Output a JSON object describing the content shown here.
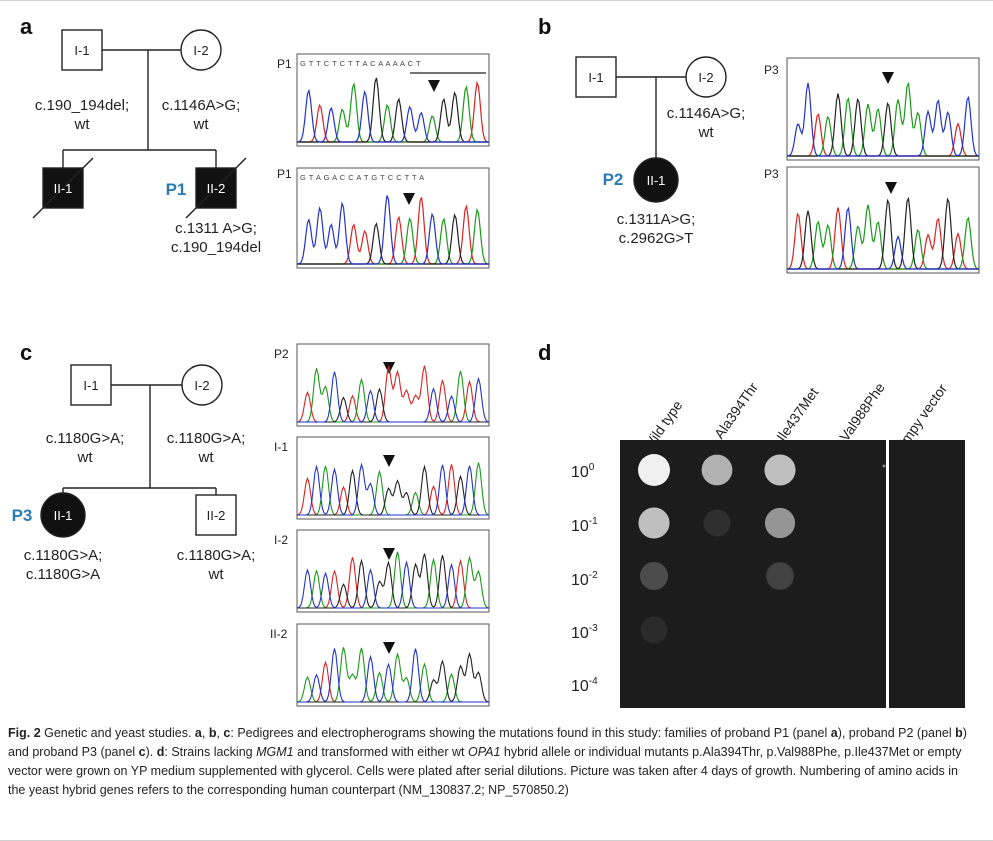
{
  "panels": {
    "a": {
      "letter": "a",
      "nodes": {
        "i1": "I-1",
        "i2": "I-2",
        "ii1": "II-1",
        "ii2": "II-2"
      },
      "i1_geno": [
        "c.190_194del;",
        "wt"
      ],
      "i2_geno": [
        "c.1146A>G;",
        "wt"
      ],
      "proband": "P1",
      "proband_geno": [
        "c.1311 A>G;",
        "c.190_194del"
      ],
      "trace_labels": [
        "P1",
        "P1"
      ],
      "seq1": "G T T C T C T T A C A A A A C T",
      "seq2": "G T A G A C C A T G T C C T T A"
    },
    "b": {
      "letter": "b",
      "nodes": {
        "i1": "I-1",
        "i2": "I-2",
        "ii1": "II-1"
      },
      "i2_geno": [
        "c.1146A>G;",
        "wt"
      ],
      "proband": "P2",
      "proband_geno": [
        "c.1311A>G;",
        "c.2962G>T"
      ],
      "trace_labels": [
        "P3",
        "P3"
      ]
    },
    "c": {
      "letter": "c",
      "nodes": {
        "i1": "I-1",
        "i2": "I-2",
        "ii1": "II-1",
        "ii2": "II-2"
      },
      "i1_geno": [
        "c.1180G>A;",
        "wt"
      ],
      "i2_geno": [
        "c.1180G>A;",
        "wt"
      ],
      "proband": "P3",
      "ii1_geno": [
        "c.1180G>A;",
        "c.1180G>A"
      ],
      "ii2_geno": [
        "c.1180G>A;",
        "wt"
      ],
      "trace_labels": [
        "P2",
        "I-1",
        "I-2",
        "II-2"
      ]
    },
    "d": {
      "letter": "d",
      "columns": [
        "Wild type",
        "p. Ala394Thr",
        "p.Ile437Met",
        "p.Val988Phe",
        "Empy vector"
      ],
      "dilutions": [
        {
          "base": "10",
          "exp": "0"
        },
        {
          "base": "10",
          "exp": "-1"
        },
        {
          "base": "10",
          "exp": "-2"
        },
        {
          "base": "10",
          "exp": "-3"
        },
        {
          "base": "10",
          "exp": "-4"
        }
      ],
      "growth": [
        [
          1.0,
          0.8,
          0.85,
          0.0,
          0.0
        ],
        [
          0.85,
          0.15,
          0.7,
          0.0,
          0.0
        ],
        [
          0.35,
          0.0,
          0.3,
          0.0,
          0.0
        ],
        [
          0.12,
          0.0,
          0.0,
          0.0,
          0.0
        ],
        [
          0.0,
          0.0,
          0.0,
          0.0,
          0.0
        ]
      ]
    }
  },
  "caption": {
    "fig": "Fig. 2",
    "t1": " Genetic and yeast studies. ",
    "a": "a",
    "sep1": ", ",
    "b": "b",
    "sep2": ", ",
    "c": "c",
    "t2": ": Pedigrees and electropherograms showing the mutations found in this study: families of proband P1 (panel ",
    "a2": "a",
    "t3": "), proband P2 (panel ",
    "b2": "b",
    "t4": ") and proband P3 (panel ",
    "c2": "c",
    "t5": "). ",
    "d": "d",
    "t6": ": Strains lacking ",
    "mgm1": "MGM1",
    "t7": " and transformed with either wt ",
    "opa1": "OPA1",
    "t8": " hybrid allele or individual mutants p.Ala394Thr, p.Val988Phe, p.Ile437Met or empty vector were grown on YP medium supplemented with glycerol. Cells were plated after serial dilutions. Picture was taken after 4 days of growth. Numbering of amino acids in the yeast hybrid genes refers to the corresponding human counterpart (NM_130837.2; NP_570850.2)"
  },
  "colors": {
    "proband_blue": "#2a7ab8",
    "trace_a": "#d22",
    "trace_c": "#1a9a1a",
    "trace_g": "#222",
    "trace_t": "#2233cc"
  }
}
